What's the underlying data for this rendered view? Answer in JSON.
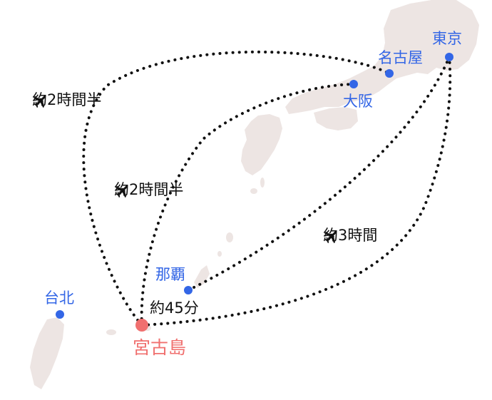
{
  "map": {
    "colors": {
      "land": "#ede5e3",
      "city": "#3366e6",
      "origin": "#f0706f",
      "route": "#111111"
    },
    "origin": {
      "name": "宮古島"
    },
    "cities": {
      "tokyo": {
        "name": "東京"
      },
      "nagoya": {
        "name": "名古屋"
      },
      "osaka": {
        "name": "大阪"
      },
      "naha": {
        "name": "那覇"
      },
      "taipei": {
        "name": "台北"
      }
    },
    "durations": {
      "nagoya": {
        "text": "約2時間半",
        "icon": "airplane-icon"
      },
      "osaka": {
        "text": "約2時間半",
        "icon": "airplane-icon"
      },
      "tokyo": {
        "text": "約3時間",
        "icon": "airplane-icon"
      },
      "naha": {
        "text": "約45分"
      }
    }
  }
}
